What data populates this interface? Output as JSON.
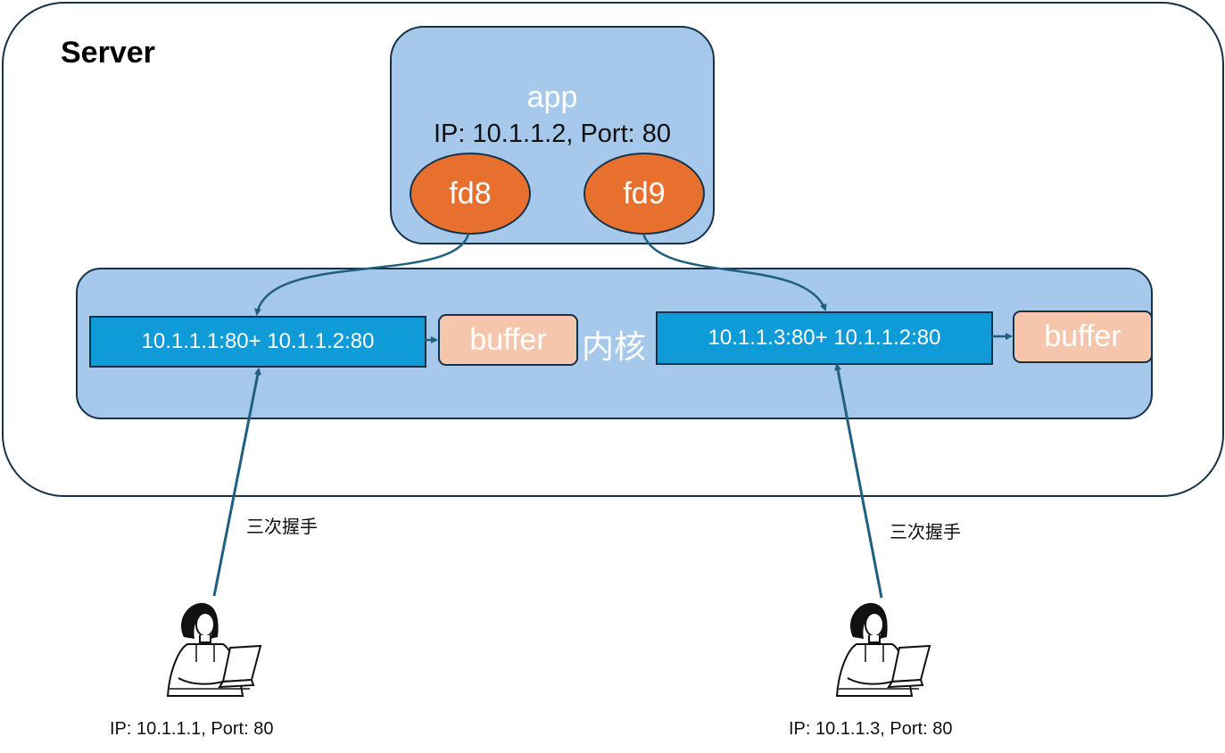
{
  "server": {
    "title": "Server"
  },
  "app": {
    "name": "app",
    "address": "IP: 10.1.1.2,  Port: 80",
    "fds": [
      "fd8",
      "fd9"
    ]
  },
  "kernel": {
    "label": "内核"
  },
  "connections": [
    {
      "label": "10.1.1.1:80+  10.1.1.2:80",
      "buffer": "buffer"
    },
    {
      "label": "10.1.1.3:80+  10.1.1.2:80",
      "buffer": "buffer"
    }
  ],
  "handshake": [
    "三次握手",
    "三次握手"
  ],
  "clients": [
    {
      "address": "IP: 10.1.1.1, Port: 80",
      "icon": "person-with-laptop-icon"
    },
    {
      "address": "IP: 10.1.1.3, Port: 80",
      "icon": "person-with-laptop-icon"
    }
  ],
  "colors": {
    "app_fill": "#a6c8ea",
    "fd_fill": "#e8702f",
    "conn_fill": "#0f9bd7",
    "buffer_fill": "#f5c6ab",
    "arrow": "#1f5f7f",
    "outline": "#16324a"
  }
}
